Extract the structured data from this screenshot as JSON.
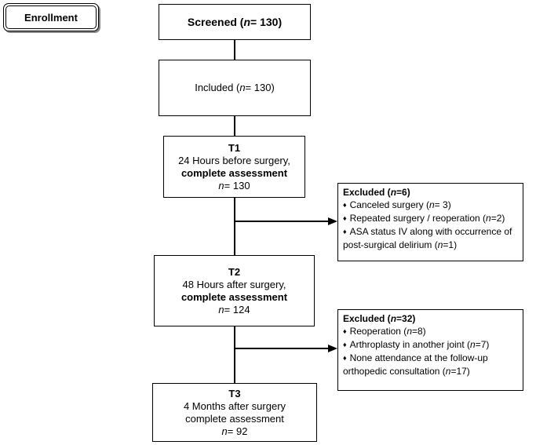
{
  "enrollment": {
    "label": "Enrollment"
  },
  "screened": {
    "label": "Screened (",
    "n_symbol": "n",
    "eq": "= 130)"
  },
  "included": {
    "label": "Included (",
    "n_symbol": "n",
    "eq": "= 130)"
  },
  "t1": {
    "title": "T1",
    "line1": "24 Hours before surgery,",
    "line2": "complete assessment",
    "n_symbol": "n",
    "n_value": "= 130"
  },
  "t2": {
    "title": "T2",
    "line1": "48 Hours after surgery,",
    "line2": "complete assessment",
    "n_symbol": "n",
    "n_value": "= 124"
  },
  "t3": {
    "title": "T3",
    "line1": "4 Months after surgery",
    "line2": "complete assessment",
    "n_symbol": "n",
    "n_value": "= 92"
  },
  "excluded1": {
    "title_prefix": "Excluded (",
    "title_n": "n",
    "title_suffix": "=6)",
    "bullet": "♦",
    "items": [
      {
        "text": "Canceled surgery (",
        "n": "n",
        "rest": "= 3)"
      },
      {
        "text": "Repeated surgery / reoperation (",
        "n": "n",
        "rest": "=2)"
      },
      {
        "text": "ASA status IV along with occurrence of",
        "cont_text": "post-surgical delirium (",
        "n": "n",
        "rest": "=1)"
      }
    ]
  },
  "excluded2": {
    "title_prefix": "Excluded (",
    "title_n": "n",
    "title_suffix": "=32)",
    "bullet": "♦",
    "items": [
      {
        "text": "Reoperation (",
        "n": "n",
        "rest": "=8)"
      },
      {
        "text": "Arthroplasty in another joint (",
        "n": "n",
        "rest": "=7)"
      },
      {
        "text": "None attendance at the follow-up",
        "cont_text": "orthopedic consultation  (",
        "n": "n",
        "rest": "=17)"
      }
    ]
  }
}
